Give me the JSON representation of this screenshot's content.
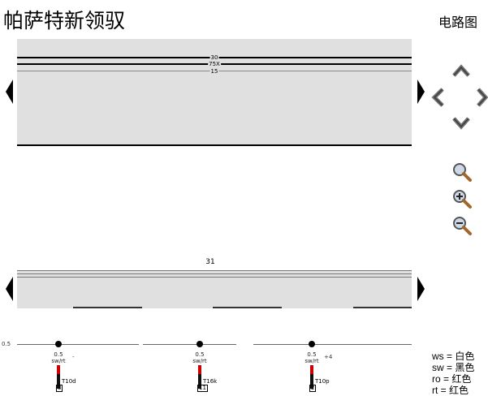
{
  "header": {
    "title": "帕萨特新领驭",
    "view_label": "电路图"
  },
  "panel_top": {
    "wires": [
      {
        "label": "30",
        "color": "#000000"
      },
      {
        "label": "75X",
        "color": "#000000"
      },
      {
        "label": "15",
        "color": "#888888"
      }
    ]
  },
  "panel_bottom": {
    "wire_label": "31"
  },
  "nav": {
    "up": "chevron-up-icon",
    "left": "chevron-left-icon",
    "right": "chevron-right-icon",
    "down": "chevron-down-icon"
  },
  "zoom": {
    "fit": "zoom-icon",
    "in": "zoom-in-icon",
    "out": "zoom-out-icon"
  },
  "circuit": {
    "left_ref": "0.5",
    "branches": [
      {
        "size": "0.5",
        "color": "sw/rt",
        "note": "-",
        "connector": "T10d",
        "pin": "8"
      },
      {
        "size": "0.5",
        "color": "sw/rt",
        "note": "",
        "connector": "T16k",
        "pin": "11"
      },
      {
        "size": "0.5",
        "color": "sw/rt",
        "note": "+4",
        "connector": "T10p",
        "pin": "2"
      }
    ]
  },
  "legend": [
    {
      "code": "ws",
      "meaning": "白色"
    },
    {
      "code": "sw",
      "meaning": "黑色"
    },
    {
      "code": "ro",
      "meaning": "红色"
    },
    {
      "code": "rt",
      "meaning": "红色"
    }
  ]
}
